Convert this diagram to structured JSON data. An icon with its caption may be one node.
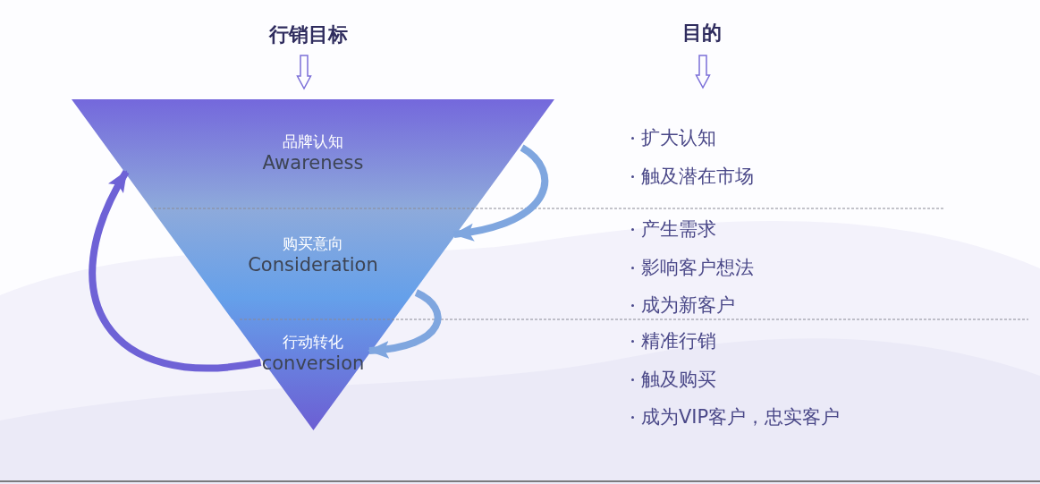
{
  "diagram": {
    "nodes": [
      {
        "text": [
          "行销目标"
        ]
      },
      {
        "text": [
          "品牌认知",
          "Awareness"
        ]
      },
      {
        "text": [
          "购买意向",
          "Consideration"
        ]
      },
      {
        "text": [
          "行动转化",
          "conversion"
        ]
      },
      {
        "text": [
          "目的"
        ]
      }
    ],
    "edges": [
      {
        "from": 0,
        "to": 1,
        "arrow": "to"
      },
      {
        "from": 4,
        "to": null,
        "arrow": "to"
      },
      {
        "from": 1,
        "to": 2,
        "arrow": "to"
      },
      {
        "from": 2,
        "to": 3,
        "arrow": "to"
      },
      {
        "from": 3,
        "to": 1,
        "arrow": "to",
        "color": "#6e62d6"
      }
    ],
    "labels": [
      "扩大认知",
      "触及潜在市场",
      "产生需求",
      "影响客户想法",
      "成为新客户",
      "精准行销",
      "触及购买",
      "成为VIP客户，忠实客户"
    ]
  }
}
